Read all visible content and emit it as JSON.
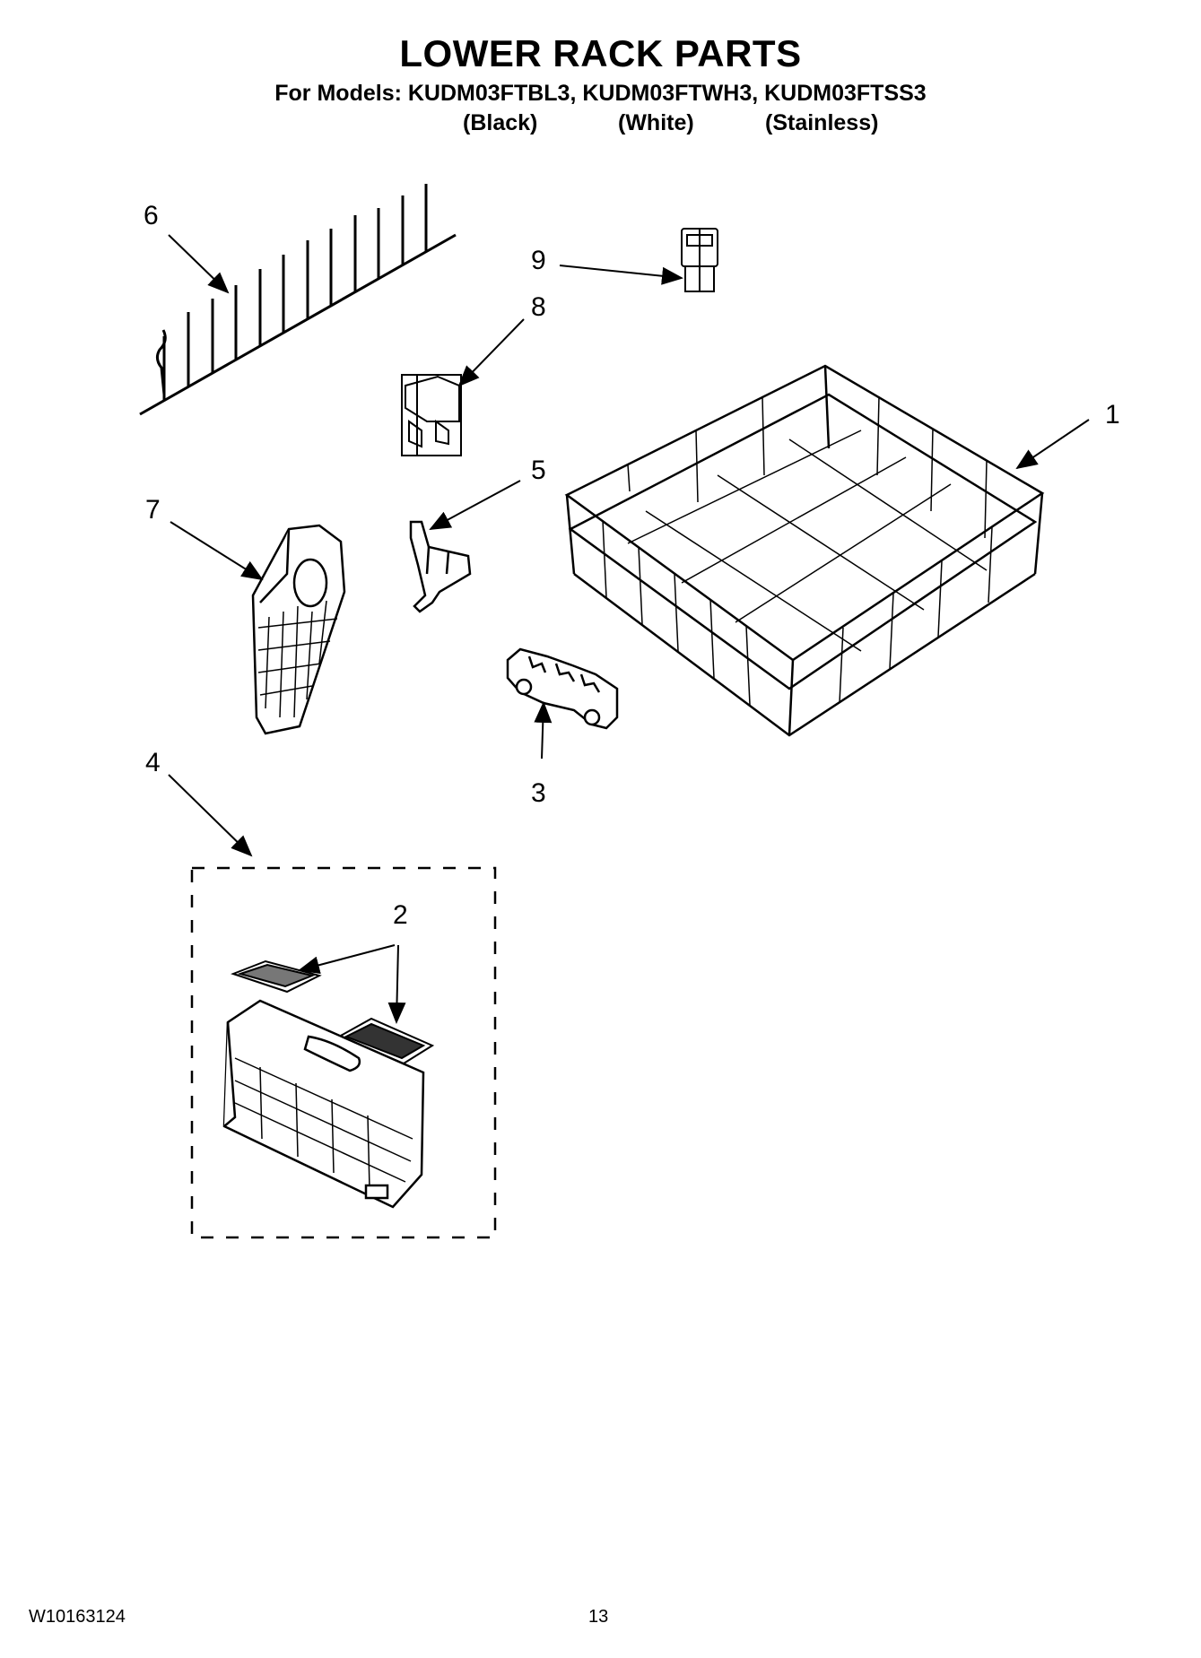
{
  "header": {
    "title": "LOWER RACK PARTS",
    "models_line": "For Models: KUDM03FTBL3, KUDM03FTWH3, KUDM03FTSS3",
    "variants": [
      "(Black)",
      "(White)",
      "(Stainless)"
    ]
  },
  "callouts": [
    "1",
    "2",
    "3",
    "4",
    "5",
    "6",
    "7",
    "8",
    "9"
  ],
  "footer": {
    "doc_number": "W10163124",
    "page_number": "13"
  }
}
